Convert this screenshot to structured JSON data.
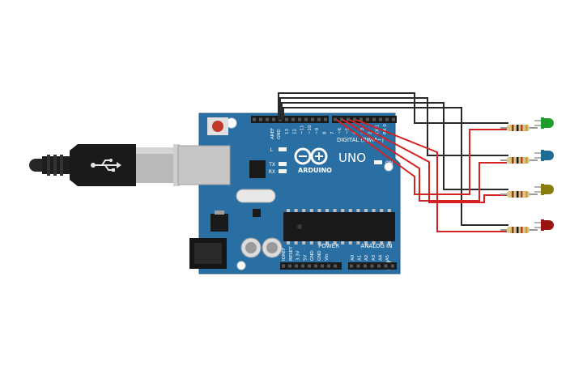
{
  "board": {
    "model": "UNO",
    "brand": "ARDUINO",
    "digital_header": "DIGITAL (PWM~)",
    "digital_pins": [
      "13",
      "12",
      "~11",
      "~10",
      "~9",
      "8",
      "7",
      "~6",
      "~5",
      "4",
      "~3",
      "2",
      "TX 1",
      "RX 0"
    ],
    "top_left_pins": [
      "AREF",
      "GND"
    ],
    "leds": {
      "l": "L",
      "tx": "TX",
      "rx": "RX"
    },
    "on_label": "ON",
    "power_header": "POWER",
    "power_pins": [
      "IOREF",
      "RESET",
      "3.3V",
      "5V",
      "GND",
      "GND",
      "Vin"
    ],
    "analog_header": "ANALOG IN",
    "analog_pins": [
      "A0",
      "A1",
      "A2",
      "A3",
      "A4",
      "A5"
    ],
    "colors": {
      "pcb": "#2a6fa3",
      "pcb_edge": "#1e5a87",
      "header": "#1b1b1b",
      "chip": "#1a1a1a"
    }
  },
  "usb": {
    "icon": "usb-trident-icon"
  },
  "leds": [
    {
      "color_name": "green",
      "color": "#1f9e2c"
    },
    {
      "color_name": "blue",
      "color": "#1f6b93"
    },
    {
      "color_name": "yellow",
      "color": "#8a7b0d"
    },
    {
      "color_name": "red",
      "color": "#9b1414"
    }
  ],
  "wire_colors": {
    "ground": "#2a2a2a",
    "signal": "#d42222"
  }
}
